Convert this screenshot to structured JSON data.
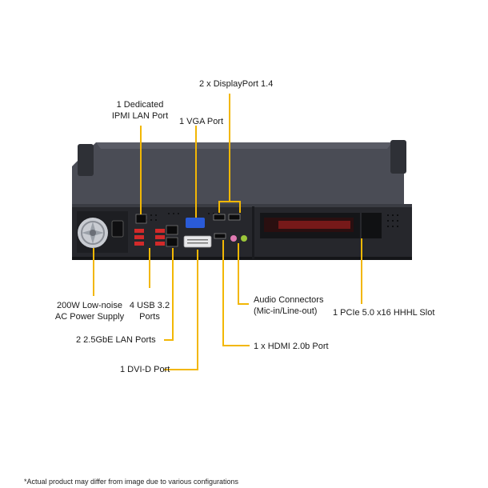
{
  "annotations": {
    "displayport": "2 x DisplayPort 1.4",
    "ipmi_line1": "1 Dedicated",
    "ipmi_line2": "IPMI LAN Port",
    "vga": "1 VGA Port",
    "power_line1": "200W Low-noise",
    "power_line2": "AC Power Supply",
    "usb_line1": "4 USB 3.2",
    "usb_line2": "Ports",
    "lan": "2 2.5GbE LAN Ports",
    "dvid": "1 DVI-D Port",
    "audio_line1": "Audio Connectors",
    "audio_line2": "(Mic-in/Line-out)",
    "hdmi": "1 x HDMI 2.0b Port",
    "pcie": "1 PCIe 5.0 x16 HHHL Slot"
  },
  "footnote": "*Actual product may differ from image due to various configurations",
  "colors": {
    "callout": "#f2b705",
    "chassis": "#3a3c43",
    "chassis_dark": "#1d1e22"
  }
}
